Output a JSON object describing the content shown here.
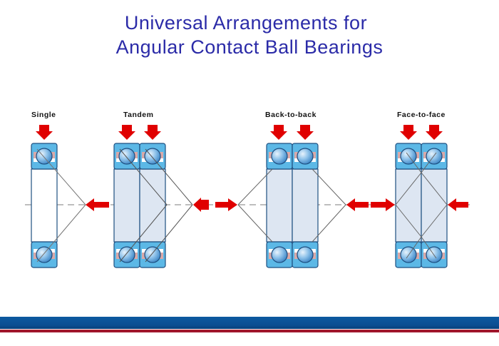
{
  "title": {
    "line1": "Universal Arrangements for",
    "line2": "Angular Contact Ball Bearings"
  },
  "arrangements": [
    {
      "label": "Single",
      "bearing_count": 1,
      "axial_load_arrows": [
        "left"
      ]
    },
    {
      "label": "Tandem",
      "bearing_count": 2,
      "axial_load_arrows": [
        "left"
      ]
    },
    {
      "label": "Back-to-back",
      "bearing_count": 2,
      "axial_load_arrows": [
        "right",
        "left"
      ]
    },
    {
      "label": "Face-to-face",
      "bearing_count": 2,
      "axial_load_arrows": [
        "right",
        "left"
      ]
    }
  ],
  "colors": {
    "title": "#2b2ba8",
    "arrow": "#e00000",
    "ring": "#5bb8e8",
    "bore": "#dde6f2",
    "cage": "#d9a9a9",
    "footer_blue": "#0b4e92",
    "footer_red": "#a0162c"
  }
}
